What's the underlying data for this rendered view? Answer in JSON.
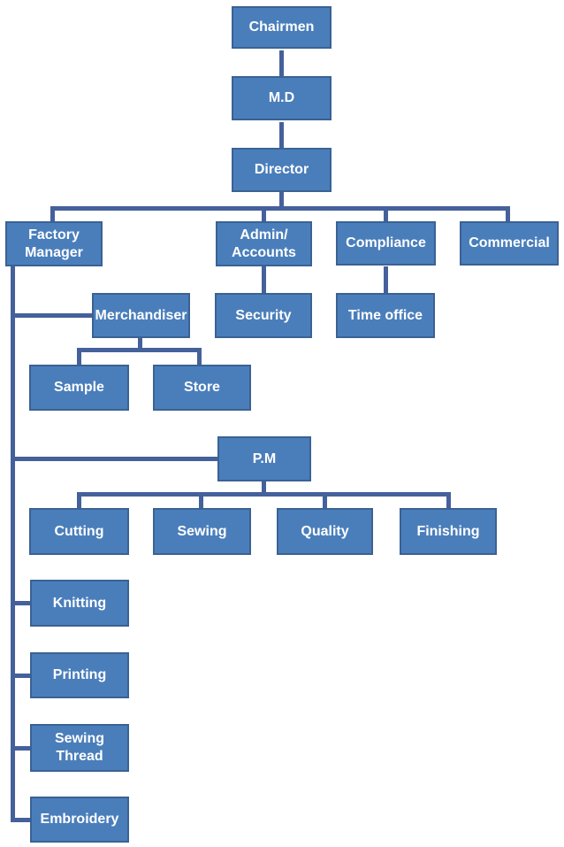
{
  "title": "Garment factory organization chart",
  "colors": {
    "box_fill": "#4A7EBB",
    "box_border": "#3A6293",
    "connector": "#45619B",
    "text": "#FFFFFF",
    "background": "#FFFFFF"
  },
  "nodes": {
    "chairmen": {
      "label": "Chairmen"
    },
    "md": {
      "label": "M.D"
    },
    "director": {
      "label": "Director"
    },
    "factory_manager": {
      "label": "Factory Manager"
    },
    "admin_accounts": {
      "label": "Admin/ Accounts"
    },
    "compliance": {
      "label": "Compliance"
    },
    "commercial": {
      "label": "Commercial"
    },
    "merchandiser": {
      "label": "Merchandiser"
    },
    "security": {
      "label": "Security"
    },
    "time_office": {
      "label": "Time office"
    },
    "sample": {
      "label": "Sample"
    },
    "store": {
      "label": "Store"
    },
    "pm": {
      "label": "P.M"
    },
    "cutting": {
      "label": "Cutting"
    },
    "sewing": {
      "label": "Sewing"
    },
    "quality": {
      "label": "Quality"
    },
    "finishing": {
      "label": "Finishing"
    },
    "knitting": {
      "label": "Knitting"
    },
    "printing": {
      "label": "Printing"
    },
    "sewing_thread": {
      "label": "Sewing Thread"
    },
    "embroidery": {
      "label": "Embroidery"
    }
  },
  "edges": [
    {
      "from": "chairmen",
      "to": "md"
    },
    {
      "from": "md",
      "to": "director"
    },
    {
      "from": "director",
      "to": "factory_manager"
    },
    {
      "from": "director",
      "to": "admin_accounts"
    },
    {
      "from": "director",
      "to": "compliance"
    },
    {
      "from": "director",
      "to": "commercial"
    },
    {
      "from": "admin_accounts",
      "to": "security"
    },
    {
      "from": "compliance",
      "to": "time_office"
    },
    {
      "from": "factory_manager",
      "to": "merchandiser"
    },
    {
      "from": "merchandiser",
      "to": "sample"
    },
    {
      "from": "merchandiser",
      "to": "store"
    },
    {
      "from": "factory_manager",
      "to": "pm"
    },
    {
      "from": "pm",
      "to": "cutting"
    },
    {
      "from": "pm",
      "to": "sewing"
    },
    {
      "from": "pm",
      "to": "quality"
    },
    {
      "from": "pm",
      "to": "finishing"
    },
    {
      "from": "factory_manager",
      "to": "knitting"
    },
    {
      "from": "factory_manager",
      "to": "printing"
    },
    {
      "from": "factory_manager",
      "to": "sewing_thread"
    },
    {
      "from": "factory_manager",
      "to": "embroidery"
    }
  ]
}
